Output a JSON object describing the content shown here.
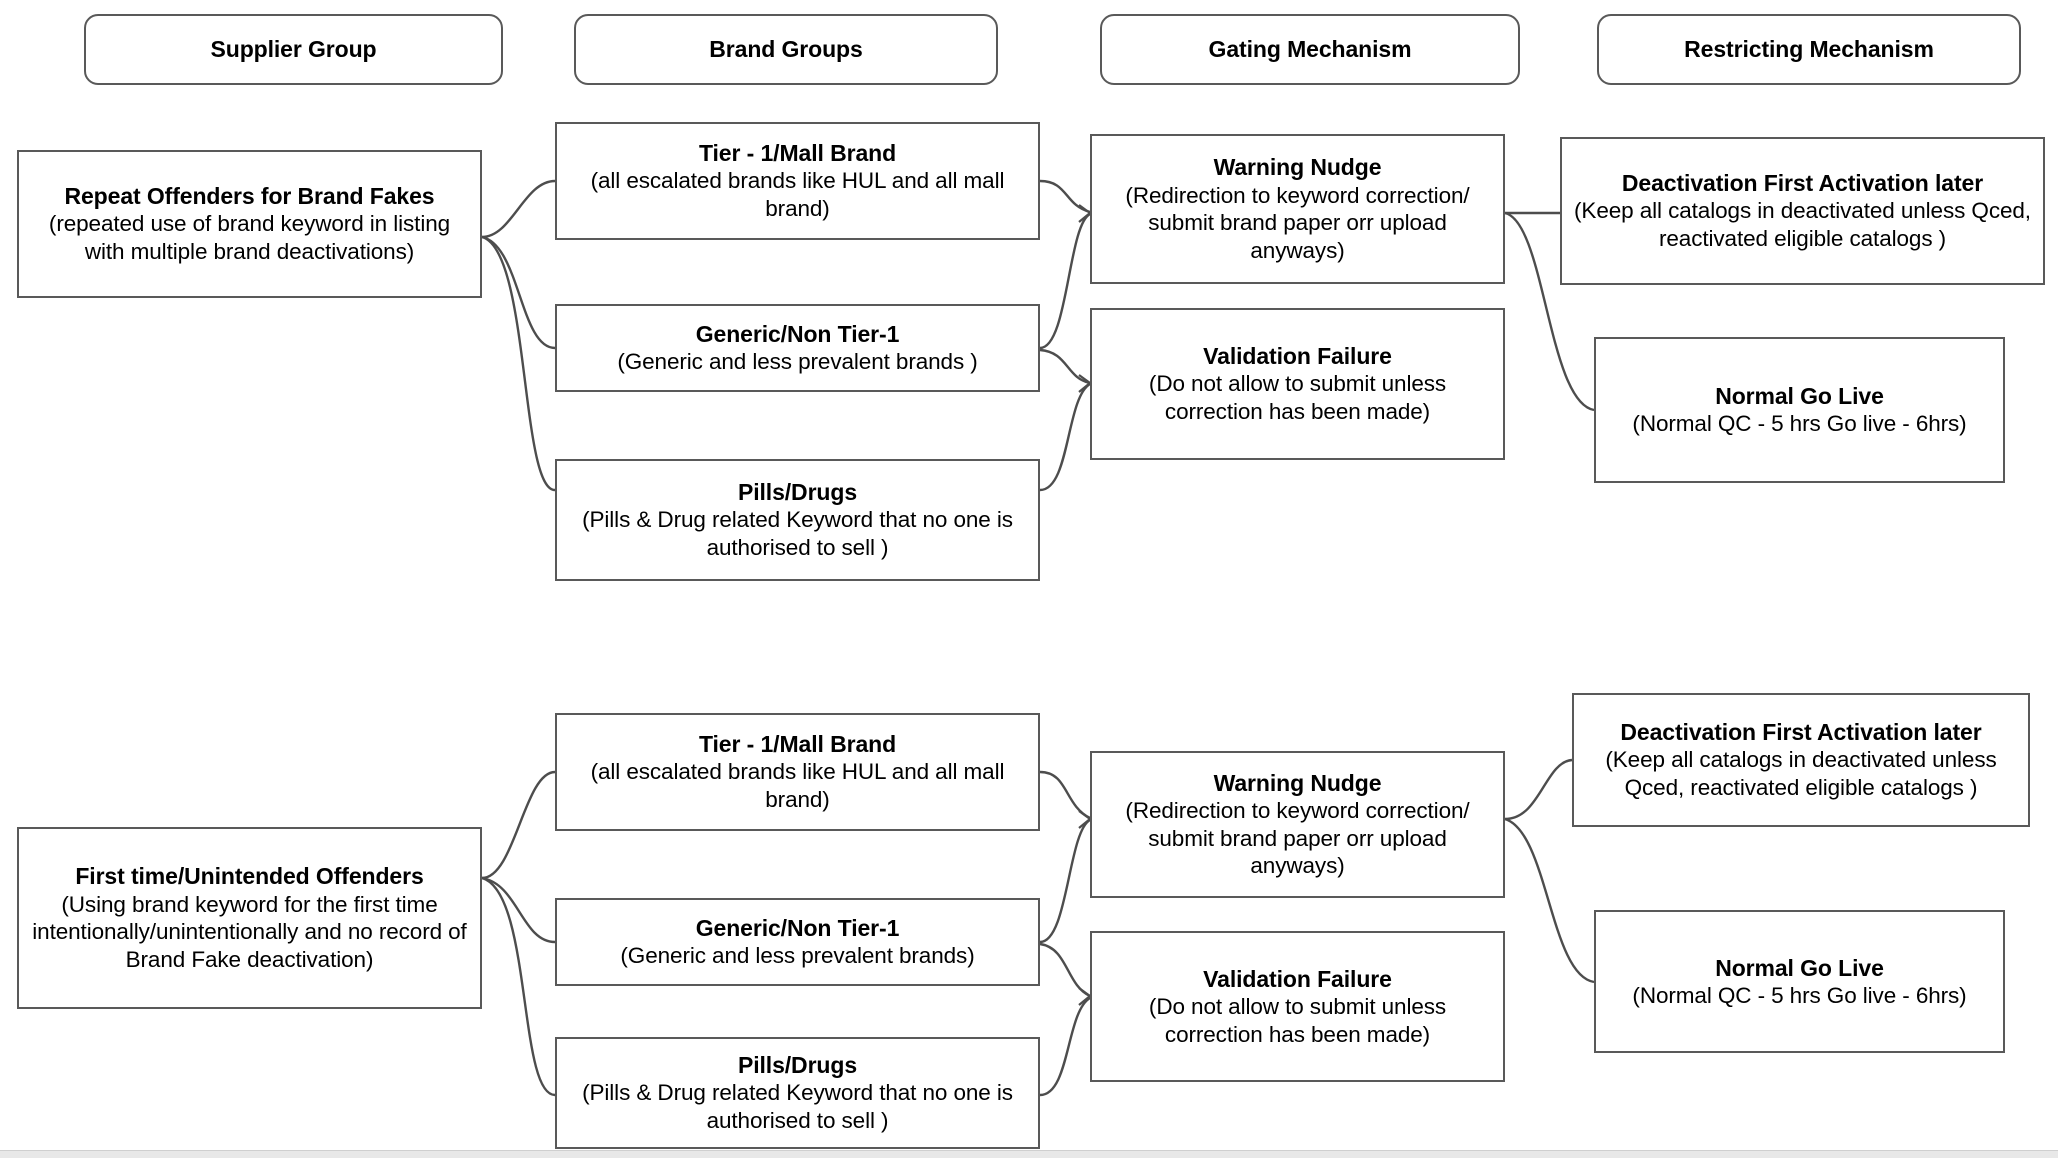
{
  "diagram": {
    "type": "flowchart",
    "columns": [
      {
        "id": "supplier-group",
        "label": "Supplier Group"
      },
      {
        "id": "brand-groups",
        "label": "Brand Groups"
      },
      {
        "id": "gating-mechanism",
        "label": "Gating Mechanism"
      },
      {
        "id": "restricting-mechanism",
        "label": "Restricting Mechanism"
      }
    ],
    "rows": [
      {
        "id": "row-repeat-offenders",
        "supplier": {
          "title": "Repeat Offenders for Brand Fakes",
          "desc": "(repeated use of brand keyword in listing with multiple brand deactivations)"
        },
        "brand_groups": [
          {
            "title": "Tier - 1/Mall Brand",
            "desc": "(all escalated brands like HUL and all mall brand)"
          },
          {
            "title": "Generic/Non Tier-1",
            "desc": "(Generic and less prevalent brands )"
          },
          {
            "title": "Pills/Drugs",
            "desc": "(Pills & Drug related Keyword that no one is authorised to sell )"
          }
        ],
        "gating": [
          {
            "title": "Warning Nudge",
            "desc": "(Redirection to keyword correction/ submit brand paper orr upload anyways)"
          },
          {
            "title": "Validation Failure",
            "desc": "(Do not allow to submit unless correction has been made)"
          }
        ],
        "restricting": [
          {
            "title": "Deactivation First Activation later",
            "desc": "(Keep all catalogs in deactivated unless Qced, reactivated eligible catalogs )"
          },
          {
            "title": "Normal Go Live",
            "desc": "(Normal QC - 5 hrs Go live - 6hrs)"
          }
        ]
      },
      {
        "id": "row-first-time-offenders",
        "supplier": {
          "title": "First time/Unintended Offenders",
          "desc": "(Using brand keyword for the first time intentionally/unintentionally and no record of Brand Fake deactivation)"
        },
        "brand_groups": [
          {
            "title": "Tier - 1/Mall Brand",
            "desc": "(all escalated brands like HUL and all mall brand)"
          },
          {
            "title": "Generic/Non Tier-1",
            "desc": "(Generic and less prevalent brands)"
          },
          {
            "title": "Pills/Drugs",
            "desc": "(Pills & Drug related Keyword that no one is authorised to sell )"
          }
        ],
        "gating": [
          {
            "title": "Warning Nudge",
            "desc": "(Redirection to keyword correction/ submit brand paper orr upload anyways)"
          },
          {
            "title": "Validation Failure",
            "desc": "(Do not allow to submit unless correction has been made)"
          }
        ],
        "restricting": [
          {
            "title": "Deactivation First Activation later",
            "desc": "(Keep all catalogs in deactivated unless Qced, reactivated eligible catalogs )"
          },
          {
            "title": "Normal Go Live",
            "desc": "(Normal QC - 5 hrs Go live - 6hrs)"
          }
        ]
      }
    ],
    "colors": {
      "box_border": "#595959",
      "connector": "#4d4d4d",
      "text": "#000000",
      "background": "#ffffff",
      "footer_strip": "#e8e8e8"
    }
  }
}
